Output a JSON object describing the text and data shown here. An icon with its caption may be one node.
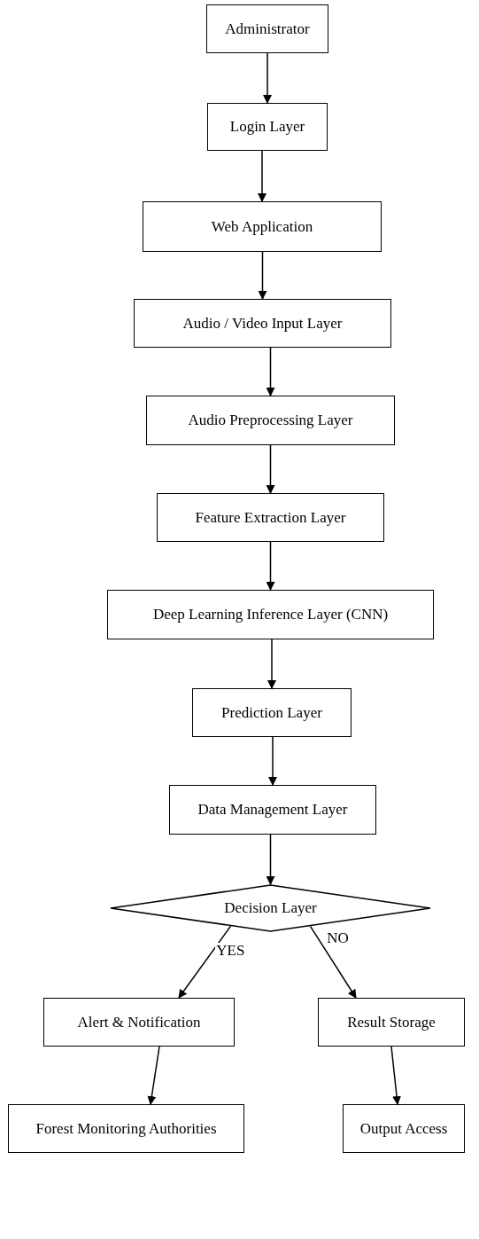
{
  "diagram": {
    "nodes": [
      {
        "text": [
          "Administrator"
        ]
      },
      {
        "text": [
          "Login Layer"
        ]
      },
      {
        "text": [
          "Web Application"
        ]
      },
      {
        "text": [
          "Audio / Video Input Layer"
        ]
      },
      {
        "text": [
          "Audio Preprocessing Layer"
        ]
      },
      {
        "text": [
          "Feature Extraction Layer"
        ]
      },
      {
        "text": [
          "Deep Learning Inference Layer (CNN)"
        ]
      },
      {
        "text": [
          "Prediction Layer"
        ]
      },
      {
        "text": [
          "Data Management Layer"
        ]
      },
      {
        "text": [
          "Decision Layer"
        ]
      },
      {
        "text": [
          "Alert & Notification"
        ]
      },
      {
        "text": [
          "Result Storage"
        ]
      },
      {
        "text": [
          "Forest Monitoring Authorities"
        ]
      },
      {
        "text": [
          "Output Access"
        ]
      }
    ],
    "edges": [
      {
        "from": 0,
        "to": 1,
        "arrow": "to"
      },
      {
        "from": 1,
        "to": 2,
        "arrow": "to"
      },
      {
        "from": 2,
        "to": 3,
        "arrow": "to"
      },
      {
        "from": 3,
        "to": 4,
        "arrow": "to"
      },
      {
        "from": 4,
        "to": 5,
        "arrow": "to"
      },
      {
        "from": 5,
        "to": 6,
        "arrow": "to"
      },
      {
        "from": 6,
        "to": 7,
        "arrow": "to"
      },
      {
        "from": 7,
        "to": 8,
        "arrow": "to"
      },
      {
        "from": 8,
        "to": 9,
        "arrow": "to"
      },
      {
        "from": 9,
        "to": 10,
        "arrow": "to",
        "label": "YES"
      },
      {
        "from": 9,
        "to": 11,
        "arrow": "to",
        "label": "NO"
      },
      {
        "from": 10,
        "to": 12,
        "arrow": "to"
      },
      {
        "from": 11,
        "to": 13,
        "arrow": "to"
      }
    ]
  }
}
